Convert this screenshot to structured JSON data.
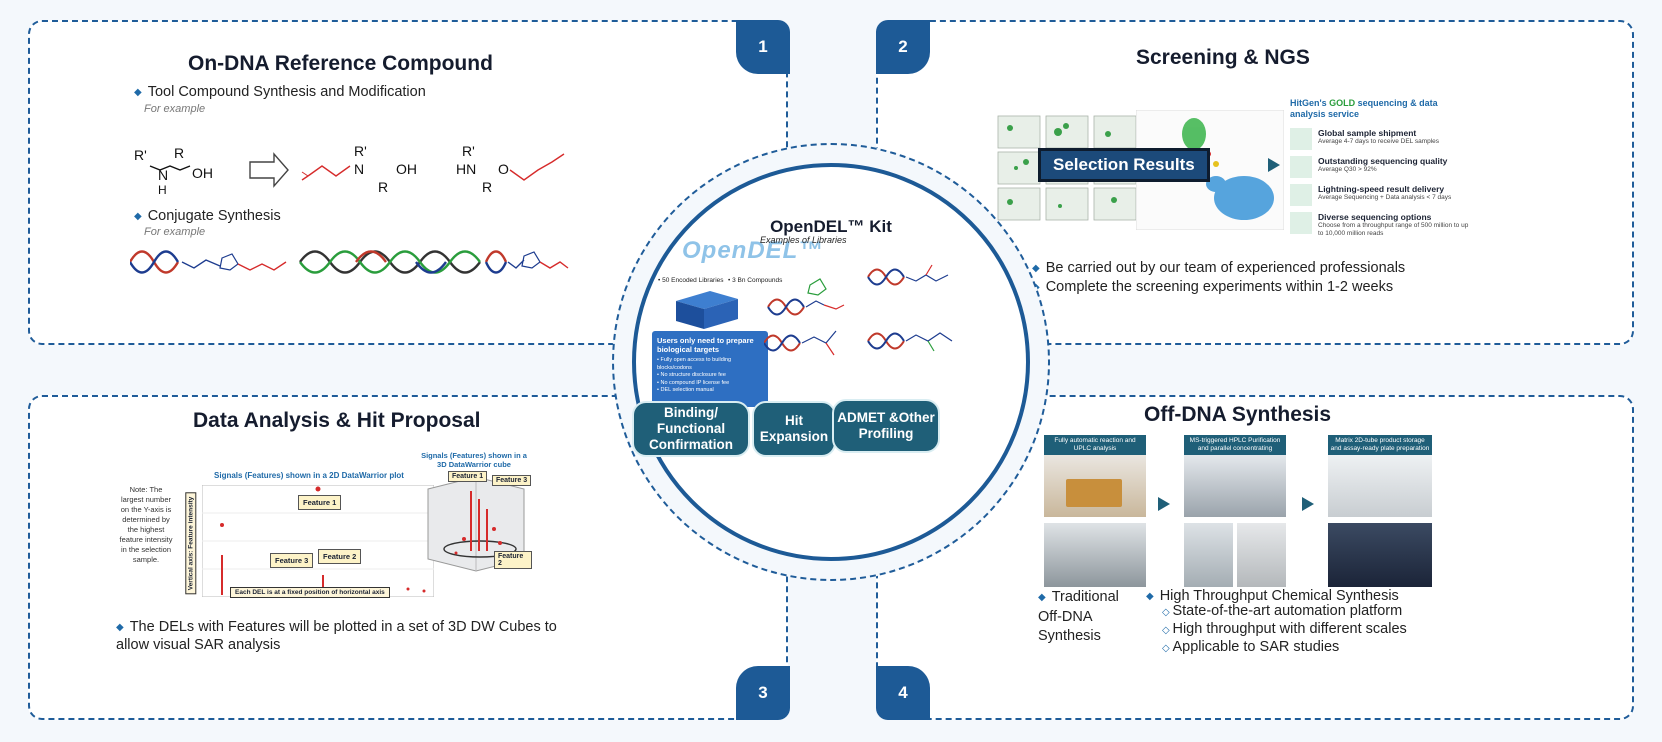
{
  "panel1": {
    "number": "1",
    "title": "On-DNA Reference Compound",
    "bullet1": "Tool Compound Synthesis and Modification",
    "example1": "For example",
    "bullet2": "Conjugate Synthesis",
    "example2": "For example",
    "chem_labels": {
      "rprime": "R'",
      "r": "R",
      "oh": "OH",
      "h": "H",
      "n": "N",
      "hn": "HN",
      "o": "O"
    }
  },
  "panel2": {
    "number": "2",
    "title": "Screening & NGS",
    "selection_label": "Selection Results",
    "service_title_pre": "HitGen's ",
    "service_title_gold": "GOLD",
    "service_title_post": " sequencing & data analysis service",
    "features": [
      {
        "title": "Global sample shipment",
        "desc": "Average 4-7 days to receive DEL samples"
      },
      {
        "title": "Outstanding sequencing quality",
        "desc": "Average Q30 > 92%"
      },
      {
        "title": "Lightning-speed result delivery",
        "desc": "Average Sequencing + Data analysis < 7 days"
      },
      {
        "title": "Diverse sequencing options",
        "desc": "Choose from a throughput range of 500 million to up to 10,000 million reads"
      }
    ],
    "bullets": [
      "Be carried out by our team of experienced professionals",
      "Complete the screening experiments within 1-2 weeks"
    ]
  },
  "panel3": {
    "number": "3",
    "title": "Data Analysis & Hit Proposal",
    "note": "Note: The largest number on the Y-axis is determined by the highest feature intensity in the selection sample.",
    "plot2d_title": "Signals (Features) shown in a 2D DataWarrior plot",
    "plot3d_title": "Signals (Features) shown in a 3D DataWarrior cube",
    "y_axis_label": "Vertical axis: Feature intensity",
    "x_axis_label": "Each DEL is at a fixed position of horizontal axis",
    "features": [
      "Feature 1",
      "Feature 2",
      "Feature 3"
    ],
    "bullet": "The DELs with Features will be plotted in a set of 3D DW Cubes to allow visual SAR analysis"
  },
  "panel4": {
    "number": "4",
    "title": "Off-DNA Synthesis",
    "photo_captions": [
      "Fully automatic reaction and UPLC analysis",
      "MS-triggered HPLC Purification and parallel concentrating",
      "Matrix 2D-tube product storage and assay-ready plate preparation"
    ],
    "bullet_traditional": "Traditional Off-DNA Synthesis",
    "bullet_hts": "High Throughput Chemical Synthesis",
    "sub_bullets": [
      "State-of-the-art automation platform",
      "High throughput with different scales",
      "Applicable to SAR studies"
    ]
  },
  "center": {
    "title": "OpenDEL™ Kit",
    "logo": "OpenDEL™",
    "stat1": "50 Encoded Libraries",
    "stat2": "3 Bn Compounds",
    "examples_label": "Examples of Libraries",
    "box_title": "Users only need to prepare biological targets",
    "box_items": [
      "Fully open access to building blocks/codons",
      "No structure disclosure fee",
      "No compound IP license fee",
      "DEL selection manual"
    ],
    "pills": [
      "Binding/ Functional Confirmation",
      "Hit Expansion",
      "ADMET &Other Profiling"
    ]
  },
  "colors": {
    "primary": "#1d5a96",
    "teal": "#1f5f78",
    "red": "#d62b2b",
    "green": "#2a9d3c"
  }
}
